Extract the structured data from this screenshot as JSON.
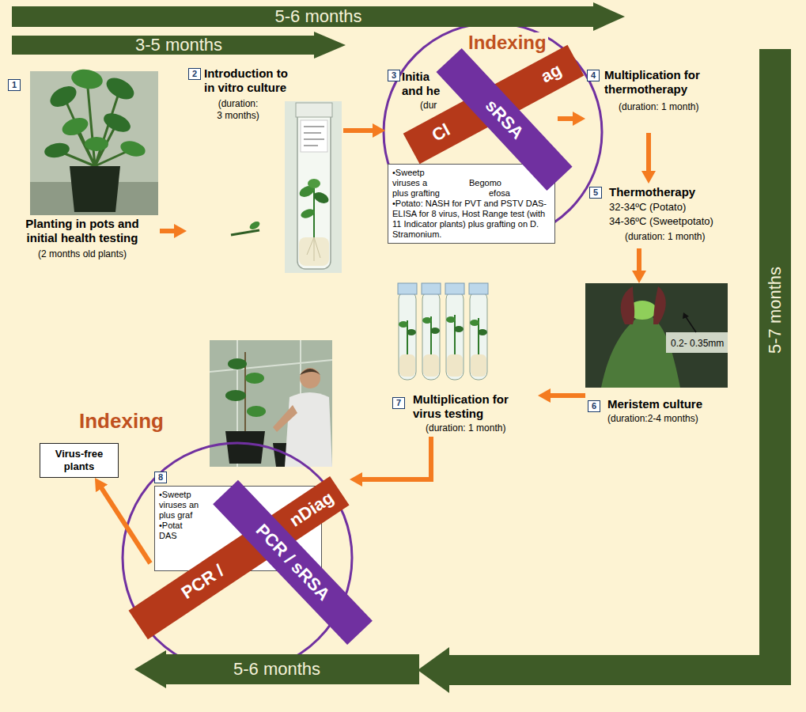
{
  "diagram": {
    "nodes": [
      {
        "text": [
          "5-6 months"
        ]
      },
      {
        "text": [
          "3-5 months"
        ]
      },
      {
        "text": [
          "5-7 months"
        ]
      },
      {
        "text": [
          "5-6 months"
        ]
      },
      {
        "text": [
          "1",
          "Planting in pots and initial health testing",
          "(2 months old plants)"
        ]
      },
      {
        "text": [
          "2",
          "Introduction to in vitro culture",
          "(duration: 3 months)"
        ]
      },
      {
        "text": [
          "3",
          "Initia",
          "and he",
          "(dur"
        ]
      },
      {
        "text": [
          "•Sweetp",
          "viruses a",
          "Begomo",
          "plus grafting",
          "efosa",
          "•Potato: NASH for PVT and PSTV DAS-ELISA for 8 virus, Host Range test (with 11 Indicator plants) plus grafting on D. Stramonium."
        ],
        "in": 6
      },
      {
        "text": [
          "Cl",
          "ag"
        ]
      },
      {
        "text": [
          "sRSA"
        ]
      },
      {
        "text": [
          "4",
          "Multiplication for thermotherapy",
          "(duration: 1 month)"
        ]
      },
      {
        "text": [
          "5",
          "Thermotherapy",
          "32-34ºC (Potato)",
          "34-36ºC (Sweetpotato)",
          "(duration: 1 month)"
        ]
      },
      {
        "text": [
          "6",
          "Meristem culture",
          "(duration:2-4 months)"
        ]
      },
      {
        "text": [
          "7",
          "Multiplication for virus testing",
          "(duration: 1 month)"
        ]
      },
      {
        "text": [
          "8"
        ]
      },
      {
        "text": [
          "•Sweetp",
          "viruses an",
          "plus graf",
          "•Potat",
          "DAS"
        ],
        "in": 14
      },
      {
        "text": [
          "PCR /",
          "nDiag"
        ]
      },
      {
        "text": [
          "PCR / sRSA"
        ]
      },
      {
        "text": [
          "Virus-free plants"
        ]
      }
    ],
    "edges": [
      {
        "from": 4,
        "to": 5,
        "arrow": "to"
      },
      {
        "from": 5,
        "to": 6,
        "arrow": "to"
      },
      {
        "from": 6,
        "to": 10,
        "arrow": "to"
      },
      {
        "from": 10,
        "to": 11,
        "arrow": "to"
      },
      {
        "from": 11,
        "to": 12,
        "arrow": "to"
      },
      {
        "from": 12,
        "to": 13,
        "arrow": "to"
      },
      {
        "from": 13,
        "to": 14,
        "arrow": "to"
      },
      {
        "from": 14,
        "to": 18,
        "arrow": "to"
      }
    ],
    "labels": [
      "Indexing",
      "Indexing",
      "0.2- 0.35mm"
    ]
  }
}
